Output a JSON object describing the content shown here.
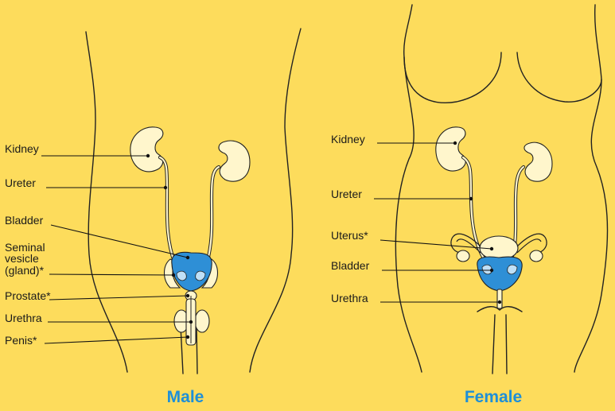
{
  "male": {
    "caption": "Male",
    "labels": {
      "kidney": "Kidney",
      "ureter": "Ureter",
      "bladder": "Bladder",
      "seminal_1": "Seminal",
      "seminal_2": "vesicle",
      "seminal_3": "(gland)*",
      "prostate": "Prostate*",
      "urethra": "Urethra",
      "penis": "Penis*"
    }
  },
  "female": {
    "caption": "Female",
    "labels": {
      "kidney": "Kidney",
      "ureter": "Ureter",
      "uterus": "Uterus*",
      "bladder": "Bladder",
      "urethra": "Urethra"
    }
  },
  "colors": {
    "background": "#FDDC5C",
    "caption": "#1E8FD8",
    "bladder": "#2E8FD6",
    "organ_fill": "#FFF6CC",
    "outline": "#222222"
  }
}
